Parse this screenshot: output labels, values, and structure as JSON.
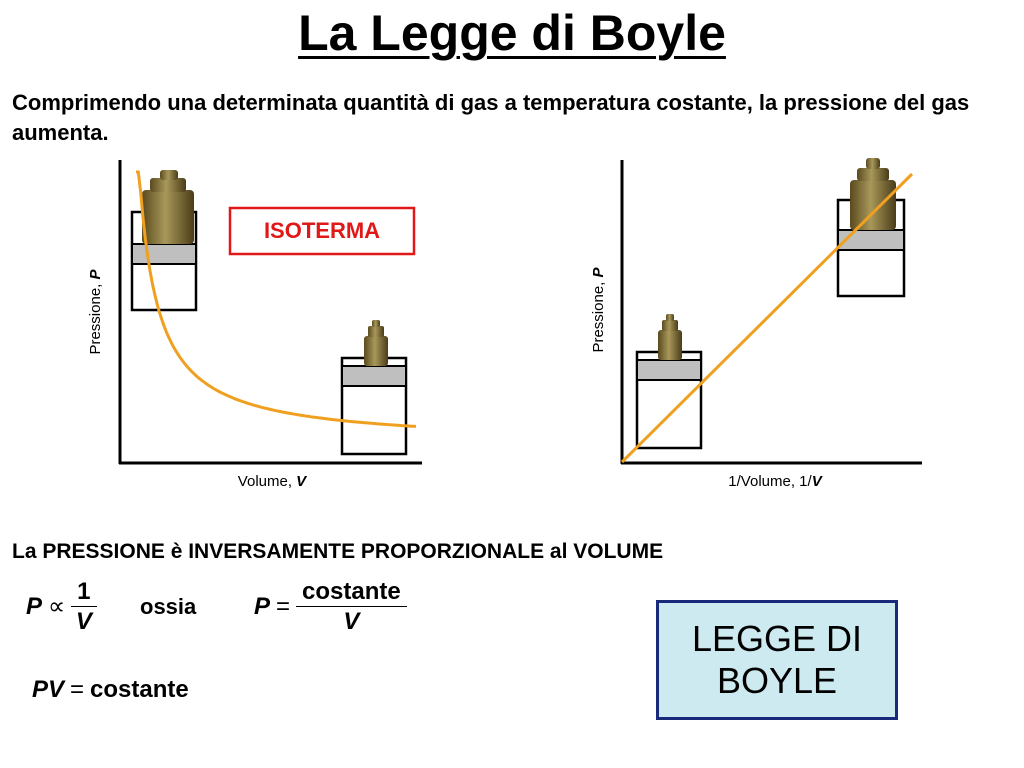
{
  "title": "La Legge di Boyle",
  "intro": "Comprimendo una determinata quantità di gas a temperatura costante, la pressione del gas aumenta.",
  "diagram_left": {
    "ylabel_text": "Pressione, ",
    "ylabel_var": "P",
    "xlabel_text": "Volume, ",
    "xlabel_var": "V",
    "badge": "ISOTERMA"
  },
  "diagram_right": {
    "ylabel_text": "Pressione, ",
    "ylabel_var": "P",
    "xlabel_text": "1/Volume, 1/",
    "xlabel_var": "V"
  },
  "relation": "La PRESSIONE è INVERSAMENTE PROPORZIONALE al VOLUME",
  "formula1": {
    "lhs": "P",
    "op": "∝",
    "num": "1",
    "den": "V"
  },
  "ossia": "ossia",
  "formula2": {
    "lhs": "P",
    "op": "=",
    "num": "costante",
    "den": "V"
  },
  "formula3": {
    "lhs": "PV",
    "op": "=",
    "rhs": "costante"
  },
  "law_box": "LEGGE DI BOYLE",
  "colors": {
    "curve": "#f0a020",
    "piston": "#bfbfbf",
    "badge_border": "#e01818",
    "badge_text": "#e01818",
    "law_box_bg": "#cdeaf0",
    "law_box_border": "#1a2a7a",
    "weight": "#8a7a3a"
  }
}
